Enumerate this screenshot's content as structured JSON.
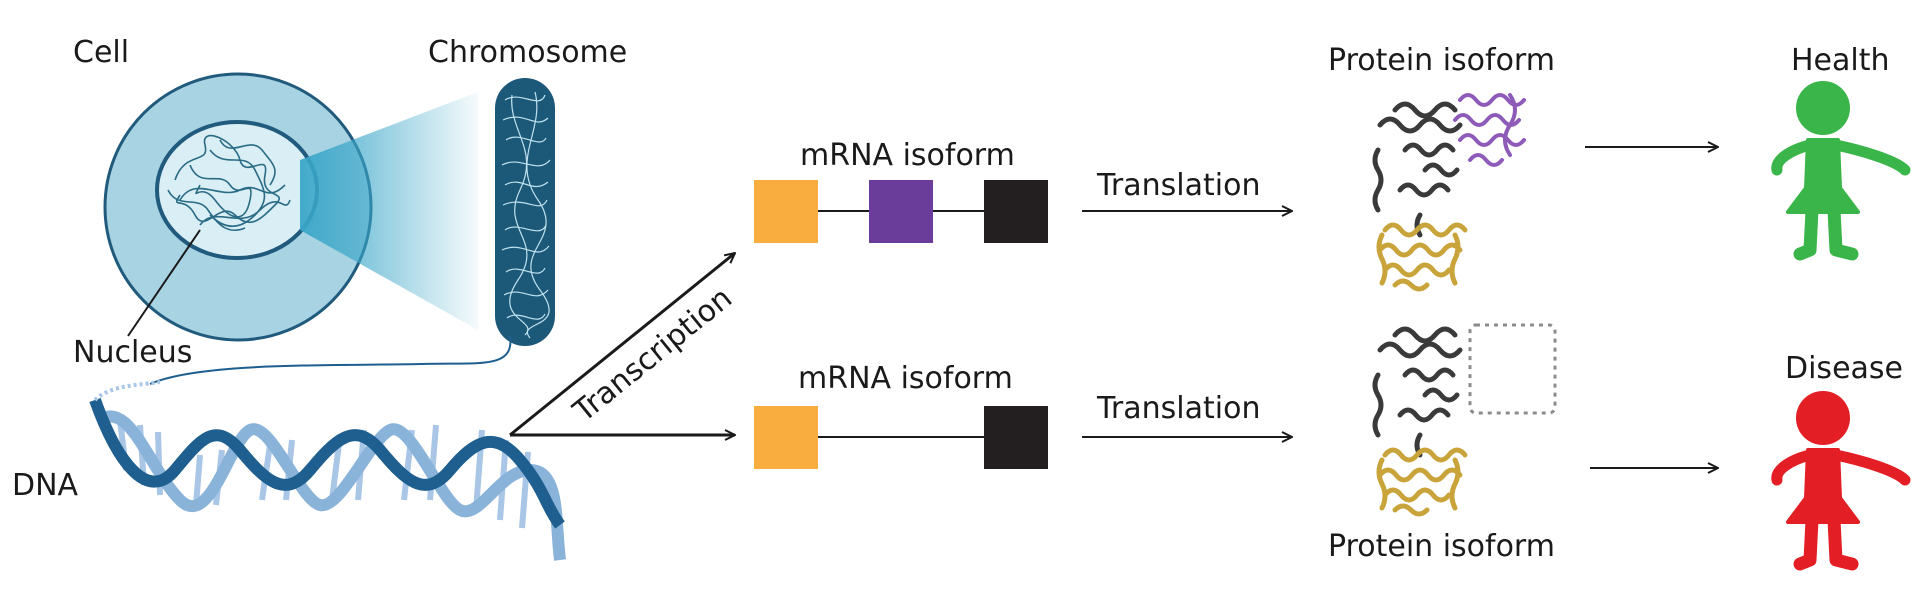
{
  "labels": {
    "cell": "Cell",
    "chromosome": "Chromosome",
    "nucleus": "Nucleus",
    "dna": "DNA",
    "transcription": "Transcription",
    "mrna_top": "mRNA isoform",
    "mrna_bottom": "mRNA isoform",
    "translation_top": "Translation",
    "translation_bottom": "Translation",
    "protein_top": "Protein isoform",
    "protein_bottom": "Protein isoform",
    "health": "Health",
    "disease": "Disease"
  },
  "mrna_isoforms": [
    {
      "exons": [
        "exon-1",
        "exon-2",
        "exon-3"
      ]
    },
    {
      "exons": [
        "exon-1",
        "exon-3"
      ]
    }
  ],
  "colors": {
    "exon_1": "#f8ad3e",
    "exon_2": "#6a3d9a",
    "exon_3": "#231f20",
    "cell": "#a8d3e3",
    "cell_outline": "#205a7d",
    "chromosome": "#1c5878",
    "dna_strand": "#1f5f8f",
    "dna_base": "#a9c6e6",
    "protein_dark_domain": "#3a3a3a",
    "protein_purple_domain": "#8e5bb8",
    "protein_gold_domain": "#c9a43a",
    "health": "#3ab54a",
    "disease": "#e31e24",
    "arrow": "#1a1a1a"
  }
}
